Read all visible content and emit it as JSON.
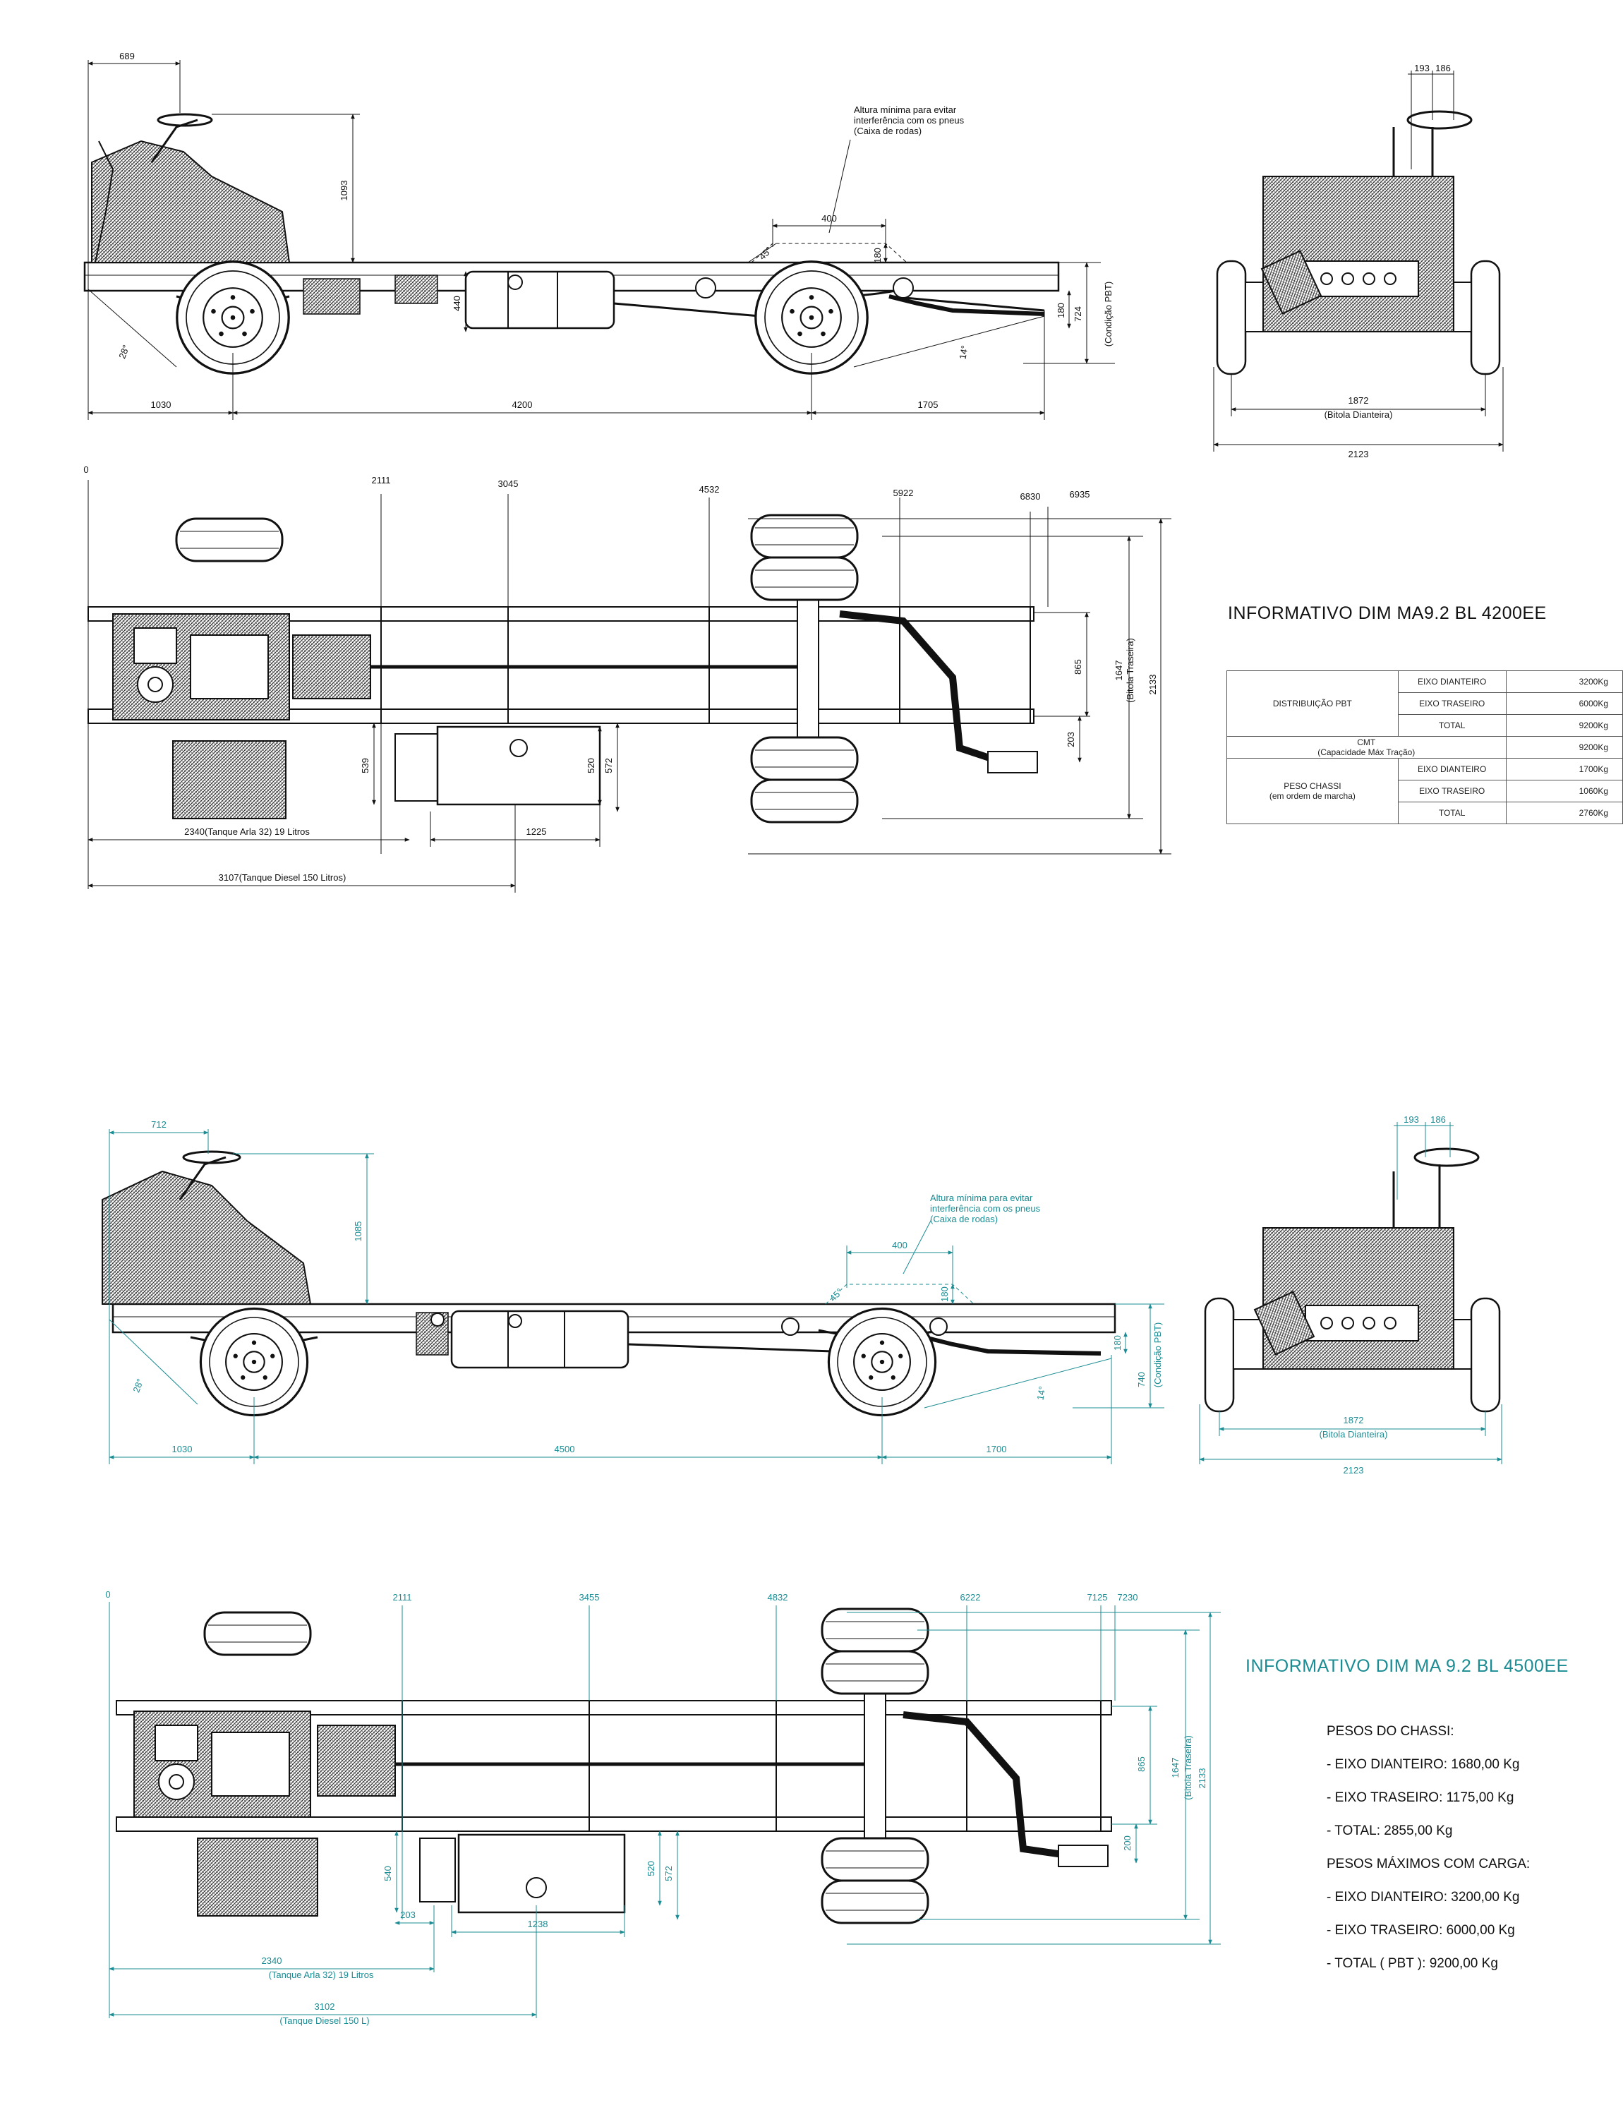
{
  "colors": {
    "line": "#111111",
    "accent": "#1b8c93"
  },
  "block1": {
    "side": {
      "dims": {
        "top_left": "689",
        "height": "1093",
        "box": "400",
        "angle_front": "28°",
        "angle_top": "45°",
        "h180": "180",
        "h440": "440",
        "angle_rear": "14°",
        "h724": "724",
        "h180b": "180",
        "cond": "(Condição PBT)",
        "front": "1030",
        "wheelbase": "4200",
        "rear": "1705"
      },
      "note": [
        "Altura mínima para evitar",
        "interferência com os pneus",
        "(Caixa de rodas)"
      ]
    },
    "rear": {
      "dims": {
        "a": "193",
        "b": "186",
        "track": "1872",
        "track_label": "(Bitola Dianteira)",
        "width": "2123"
      }
    },
    "top": {
      "stations": {
        "s0": "0",
        "s1": "2111",
        "s2": "3045",
        "s3": "4532",
        "s4": "5922",
        "s5": "6830",
        "s6": "6935"
      },
      "dims": {
        "d865": "865",
        "d1647": "1647",
        "bitola": "(Bitola Traseira)",
        "d2133": "2133",
        "d203": "203",
        "d539": "539",
        "d520": "520",
        "d572": "572",
        "d1225": "1225",
        "arla": "2340(Tanque Arla 32) 19 Litros",
        "diesel": "3107(Tanque Diesel 150 Litros)"
      }
    },
    "info": {
      "title": "INFORMATIVO DIM MA9.2 BL 4200EE",
      "dist_label": "DISTRIBUIÇÃO PBT",
      "eixo_d": "EIXO DIANTEIRO",
      "eixo_t": "EIXO TRASEIRO",
      "total": "TOTAL",
      "pbt_d": "3200Kg",
      "pbt_t": "6000Kg",
      "pbt_total": "9200Kg",
      "cmt_1": "CMT",
      "cmt_2": "(Capacidade Máx Tração)",
      "cmt_val": "9200Kg",
      "peso_1": "PESO CHASSI",
      "peso_2": "(em ordem de marcha)",
      "peso_d": "1700Kg",
      "peso_t": "1060Kg",
      "peso_total": "2760Kg"
    }
  },
  "block2": {
    "side": {
      "dims": {
        "top_left": "712",
        "height": "1085",
        "box": "400",
        "angle_front": "28°",
        "angle_top": "45°",
        "h180": "180",
        "angle_rear": "14°",
        "h740": "740",
        "h180b": "180",
        "cond": "(Condição PBT)",
        "front": "1030",
        "wheelbase": "4500",
        "rear": "1700"
      },
      "note": [
        "Altura mínima para evitar",
        "interferência com os pneus",
        "(Caixa de rodas)"
      ]
    },
    "rear": {
      "dims": {
        "a": "193",
        "b": "186",
        "track": "1872",
        "track_label": "(Bitola Dianteira)",
        "width": "2123"
      }
    },
    "top": {
      "stations": {
        "s0": "0",
        "s1": "2111",
        "s2": "3455",
        "s3": "4832",
        "s4": "6222",
        "s5": "7125",
        "s6": "7230"
      },
      "dims": {
        "d865": "865",
        "d1647": "1647",
        "bitola": "(Bitola Traseira)",
        "d2133": "2133",
        "d200": "200",
        "d540": "540",
        "d520": "520",
        "d572": "572",
        "d203": "203",
        "d1238": "1238",
        "arla1": "2340",
        "arla2": "(Tanque Arla 32) 19 Litros",
        "diesel1": "3102",
        "diesel2": "(Tanque Diesel 150 L)"
      }
    },
    "info": {
      "title": "INFORMATIVO DIM MA 9.2 BL 4500EE",
      "items": [
        "PESOS DO CHASSI:",
        "- EIXO DIANTEIRO: 1680,00 Kg",
        "- EIXO TRASEIRO: 1175,00 Kg",
        "- TOTAL: 2855,00 Kg",
        "PESOS MÁXIMOS COM CARGA:",
        "- EIXO DIANTEIRO: 3200,00 Kg",
        "- EIXO TRASEIRO: 6000,00 Kg",
        "- TOTAL ( PBT ): 9200,00 Kg"
      ]
    }
  }
}
